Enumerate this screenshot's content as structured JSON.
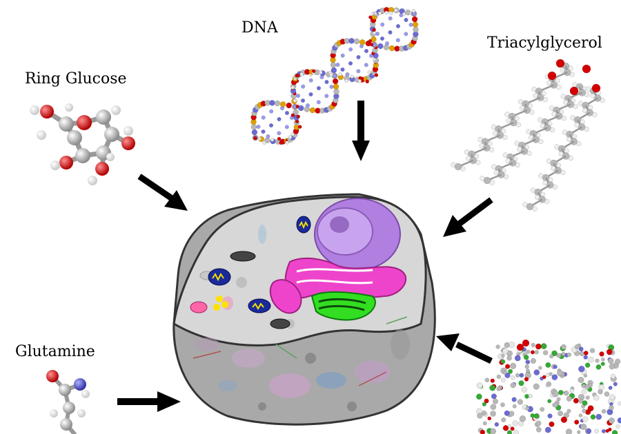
{
  "labels": {
    "ring_glucose": "Ring Glucose",
    "dna": "DNA",
    "triacylglycerol": "Triacylglycerol",
    "glutamine": "Glutamine"
  },
  "colors": {
    "oxygen": "#d40000",
    "carbon": "#b8b8b8",
    "hydrogen": "#f2f2f2",
    "nitrogen": "#6b6bd6",
    "phosphorus": "#e0a000",
    "cell_body": "#a8a8a8",
    "cell_top": "#d6d6d6",
    "nucleus": "#b07fe0",
    "er": "#ee44cc",
    "golgi": "#33dd22",
    "mitochondria": "#1a2a9a",
    "arrow": "#000000"
  },
  "icons": [
    "ring-glucose-molecule",
    "dna-double-helix",
    "triacylglycerol-molecule",
    "glutamine-molecule",
    "protein-molecule",
    "animal-cell"
  ]
}
